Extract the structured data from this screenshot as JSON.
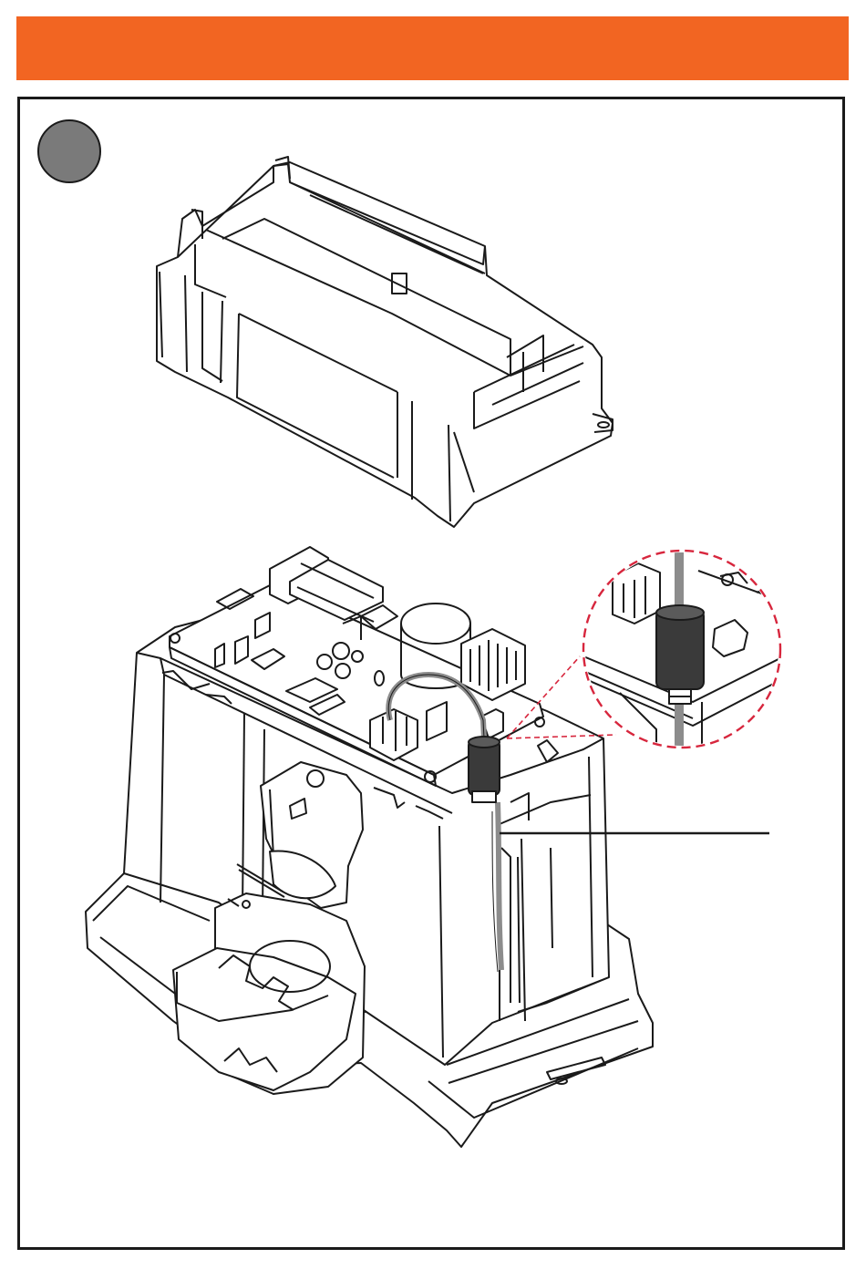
{
  "colors": {
    "header": "#f26522",
    "frame": "#1a1a1a",
    "step_circle": "#7a7a7a",
    "callout_dash": "#d7263d",
    "cable": "#8c8c8c",
    "ferrite": "#3a3a3a"
  },
  "figure": {
    "step_badge_icon": "step-number-circle",
    "top_part_icon": "housing-cover-illustration",
    "bottom_part_icon": "motor-unit-with-control-board-illustration",
    "detail_icon": "ferrite-core-cable-detail"
  }
}
